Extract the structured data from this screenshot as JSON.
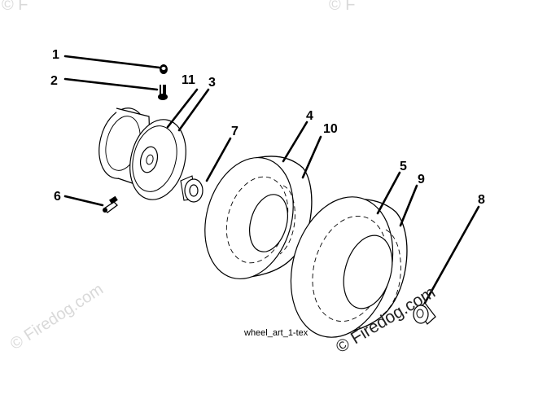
{
  "callouts": {
    "c1": "1",
    "c2": "2",
    "c3": "3",
    "c4": "4",
    "c5": "5",
    "c6": "6",
    "c7": "7",
    "c8": "8",
    "c9": "9",
    "c10": "10",
    "c11": "11"
  },
  "caption": "wheel_art_1-tex",
  "watermark": {
    "main": "© Firedog.com",
    "faint_left": "© Firedog.com",
    "faint_top_left": "© F",
    "faint_top_right": "© F"
  },
  "colors": {
    "line": "#000000",
    "watermark_faint": "#d9d9d9",
    "background": "#ffffff"
  }
}
